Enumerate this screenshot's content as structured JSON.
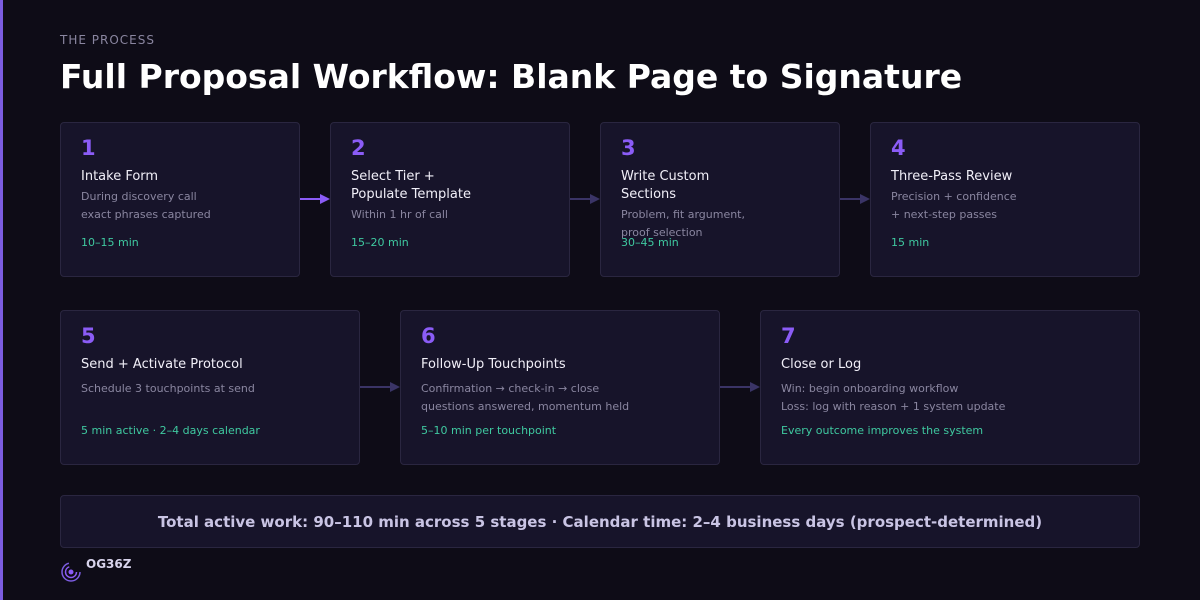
{
  "header": {
    "eyebrow": "THE PROCESS",
    "title": "Full Proposal Workflow: Blank Page to Signature"
  },
  "steps": [
    {
      "number": "1",
      "name": "Intake Form",
      "desc": [
        "During discovery call",
        "exact phrases captured"
      ],
      "time": "10–15 min"
    },
    {
      "number": "2",
      "name": "Select Tier +\nPopulate Template",
      "desc": [
        "Within 1 hr of call"
      ],
      "time": "15–20 min"
    },
    {
      "number": "3",
      "name": "Write Custom\nSections",
      "desc": [
        "Problem, fit argument,",
        "proof selection"
      ],
      "time": "30–45 min"
    },
    {
      "number": "4",
      "name": "Three-Pass Review",
      "desc": [
        "Precision + confidence",
        "+ next-step passes"
      ],
      "time": "15 min"
    },
    {
      "number": "5",
      "name": "Send + Activate Protocol",
      "desc": [
        "Schedule 3 touchpoints at send"
      ],
      "time": "5 min active · 2–4 days calendar"
    },
    {
      "number": "6",
      "name": "Follow-Up Touchpoints",
      "desc": [
        "Confirmation → check-in → close",
        "questions answered, momentum held"
      ],
      "time": "5–10 min per touchpoint"
    },
    {
      "number": "7",
      "name": "Close or Log",
      "desc": [
        "Win: begin onboarding workflow",
        "Loss: log with reason + 1 system update"
      ],
      "time": "Every outcome improves the system"
    }
  ],
  "summary": "Total active work: 90–110 min across 5 stages · Calendar time: 2–4 business days (prospect-determined)",
  "brand": {
    "name": "OG36Z"
  },
  "colors": {
    "accent": "#8b5cf6",
    "time": "#3fc9a0",
    "card": "#17142a",
    "background": "#0e0c17"
  }
}
